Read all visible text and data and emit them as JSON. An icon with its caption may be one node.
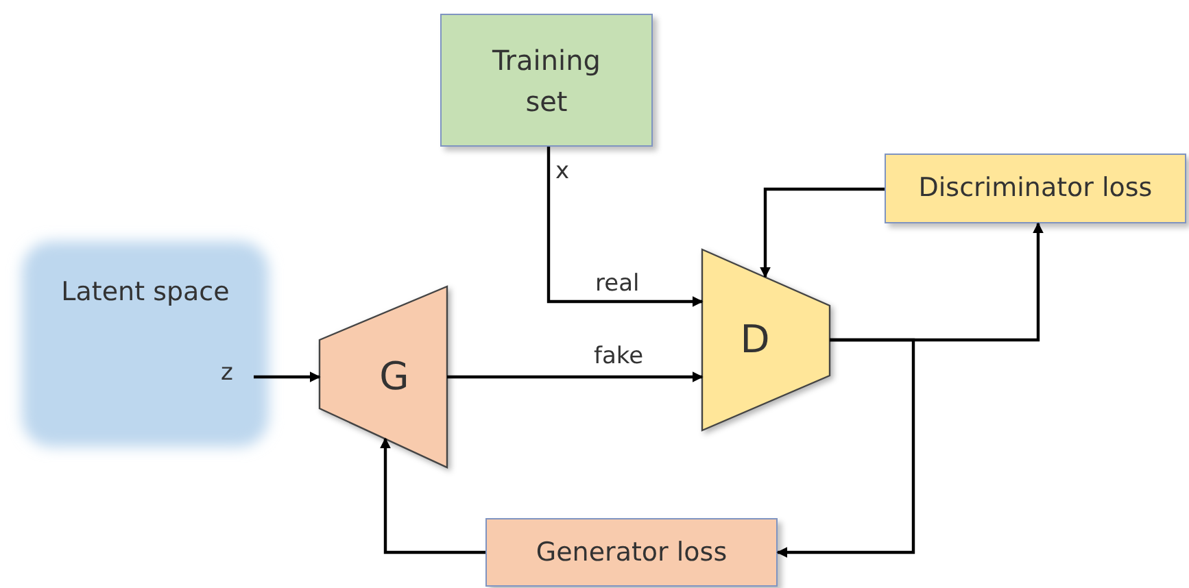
{
  "diagram": {
    "nodes": [
      {
        "text": [
          "Training set"
        ]
      },
      {
        "text": [
          "Latent space"
        ]
      },
      {
        "text": [
          "G"
        ]
      },
      {
        "text": [
          "D"
        ]
      },
      {
        "text": [
          "Discriminator loss"
        ]
      },
      {
        "text": [
          "Generator loss"
        ]
      }
    ],
    "edges": [
      {
        "from": 0,
        "to": 3,
        "arrow": "to",
        "label": "real"
      },
      {
        "from": 1,
        "to": 2,
        "arrow": "to",
        "label": "z"
      },
      {
        "from": 2,
        "to": 3,
        "arrow": "to",
        "label": "fake"
      },
      {
        "from": 3,
        "to": 4,
        "arrow": "to"
      },
      {
        "from": 3,
        "to": 5,
        "arrow": "to"
      },
      {
        "from": 4,
        "to": 3,
        "arrow": "to"
      },
      {
        "from": 5,
        "to": 2,
        "arrow": "to"
      }
    ],
    "labels": [
      "x"
    ]
  }
}
